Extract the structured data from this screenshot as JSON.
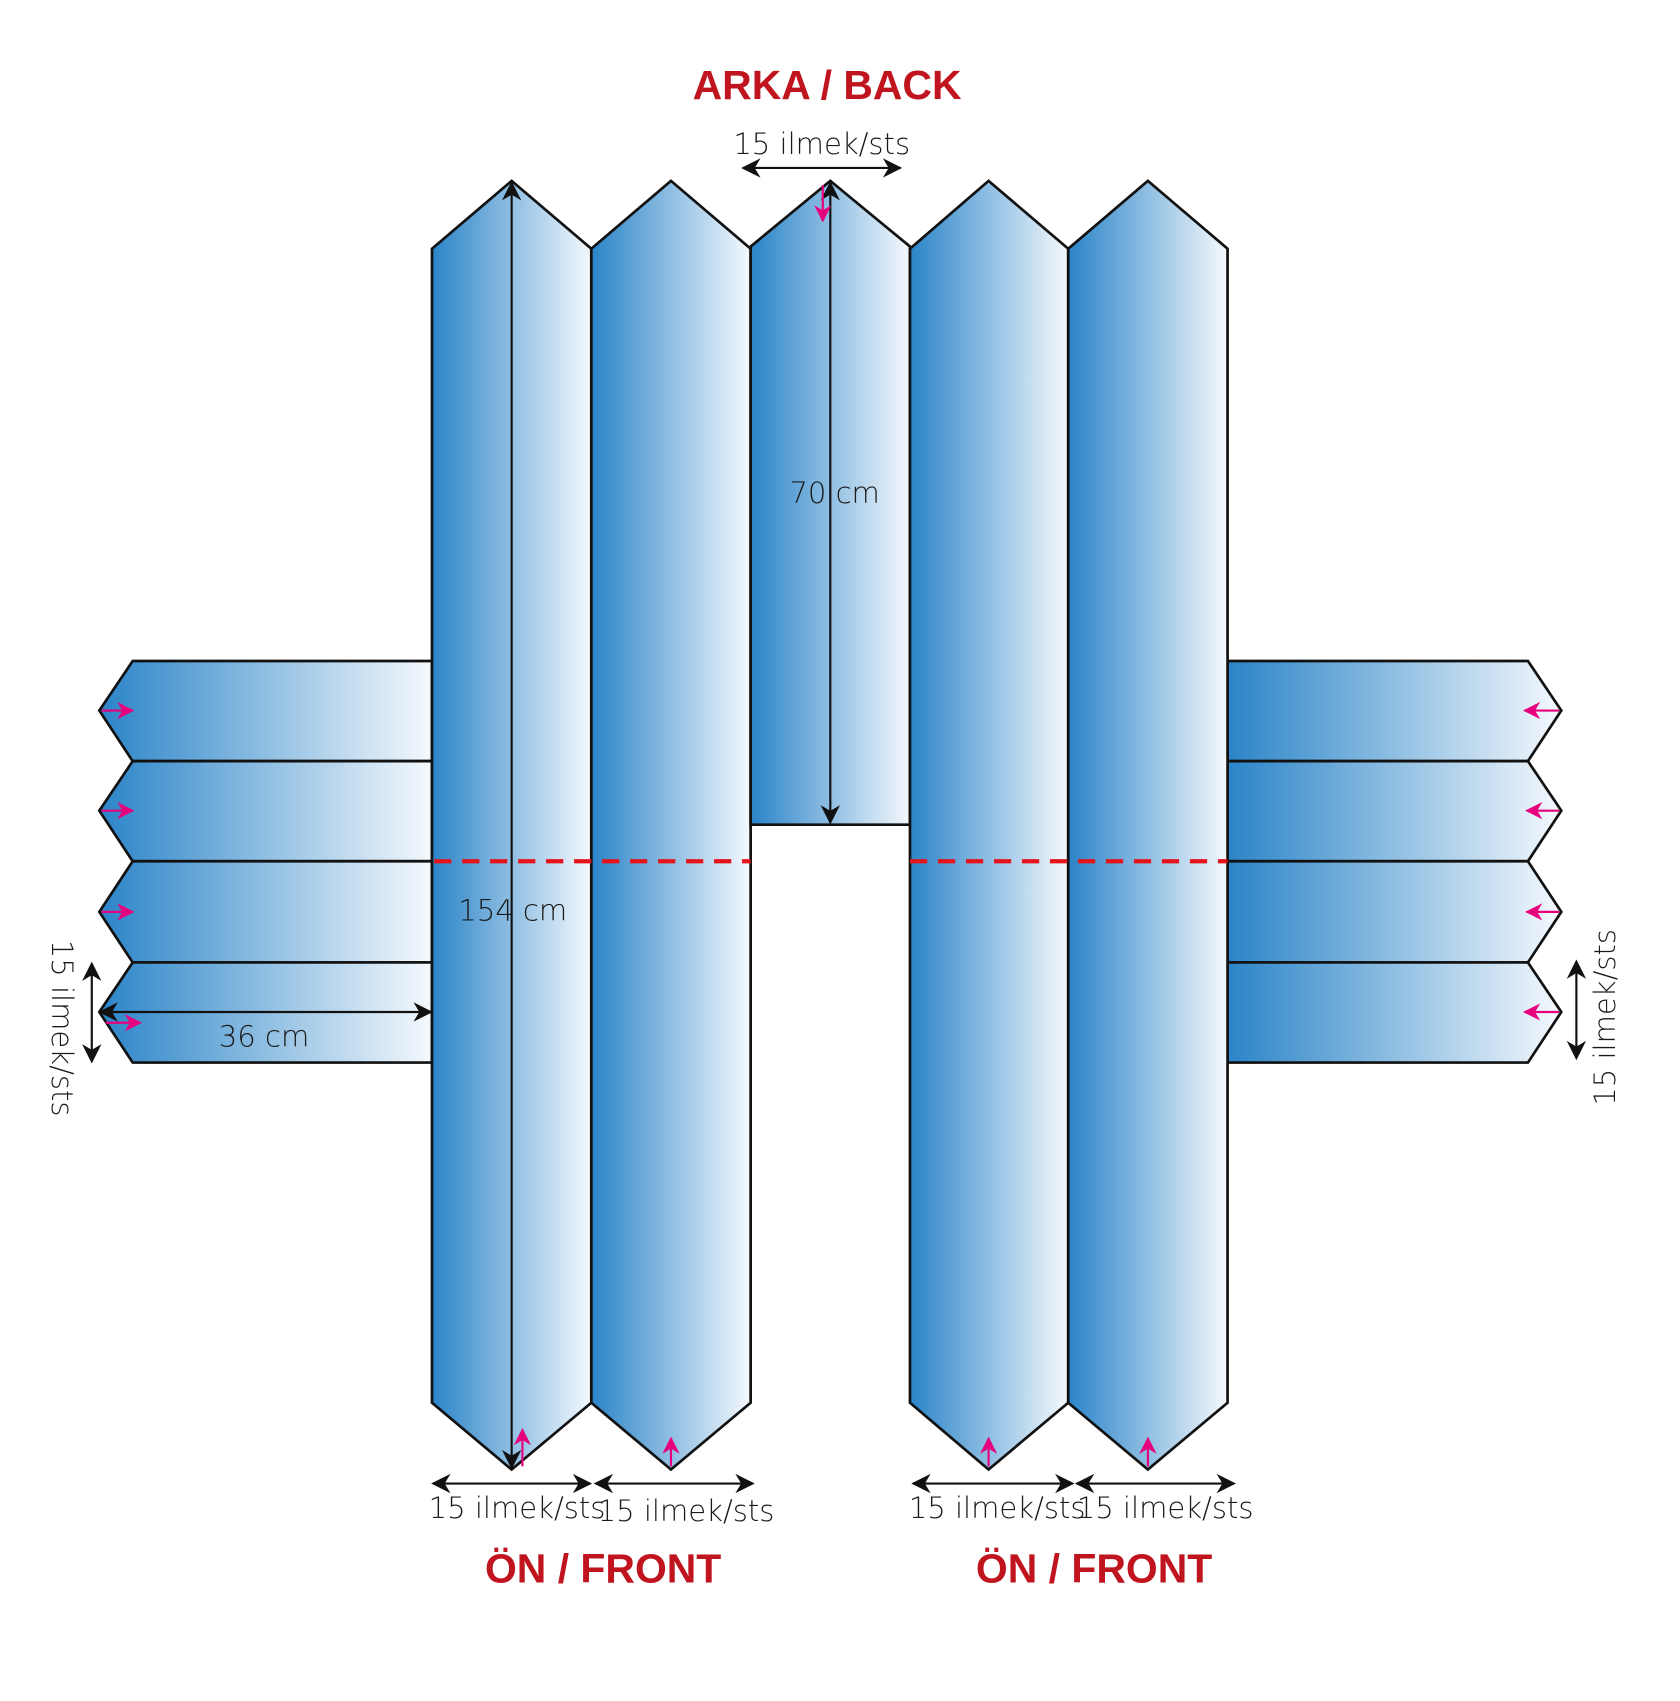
{
  "colors": {
    "blue": "#2a84c8",
    "title_red": "#c0141e",
    "cut_line": "#e3141b",
    "direction_arrow": "#e6007e"
  },
  "titles": {
    "back": "ARKA / BACK",
    "front_left": "ÖN / FRONT",
    "front_right": "ÖN / FRONT"
  },
  "dimensions": {
    "back_width": "15 ilmek/sts",
    "back_length": "70 cm",
    "front_length": "154 cm",
    "sleeve_length": "36 cm",
    "sleeve_width_left": "15 ilmek/sts",
    "sleeve_width_right": "15 ilmek/sts",
    "front_widths": [
      "15 ilmek/sts",
      "15 ilmek/sts",
      "15 ilmek/sts",
      "15 ilmek/sts"
    ]
  }
}
